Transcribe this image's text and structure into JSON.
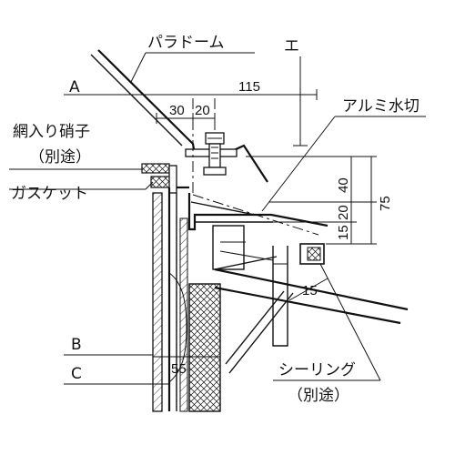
{
  "labels": {
    "parapet_dome": "パラドーム",
    "e_mark": "エ",
    "a_mark": "A",
    "aluminum_drip": "アルミ水切",
    "wire_glass": "網入り硝子",
    "wire_glass_note": "（別途）",
    "gasket": "ガスケット",
    "b_mark": "B",
    "c_mark": "C",
    "sealing": "シーリング",
    "sealing_note": "（別途）"
  },
  "dimensions": {
    "d115": "115",
    "d30": "30",
    "d20_top": "20",
    "d40": "40",
    "d20_side": "20",
    "d15_side": "15",
    "d75": "75",
    "d15_bottom": "15",
    "d55": "55"
  }
}
